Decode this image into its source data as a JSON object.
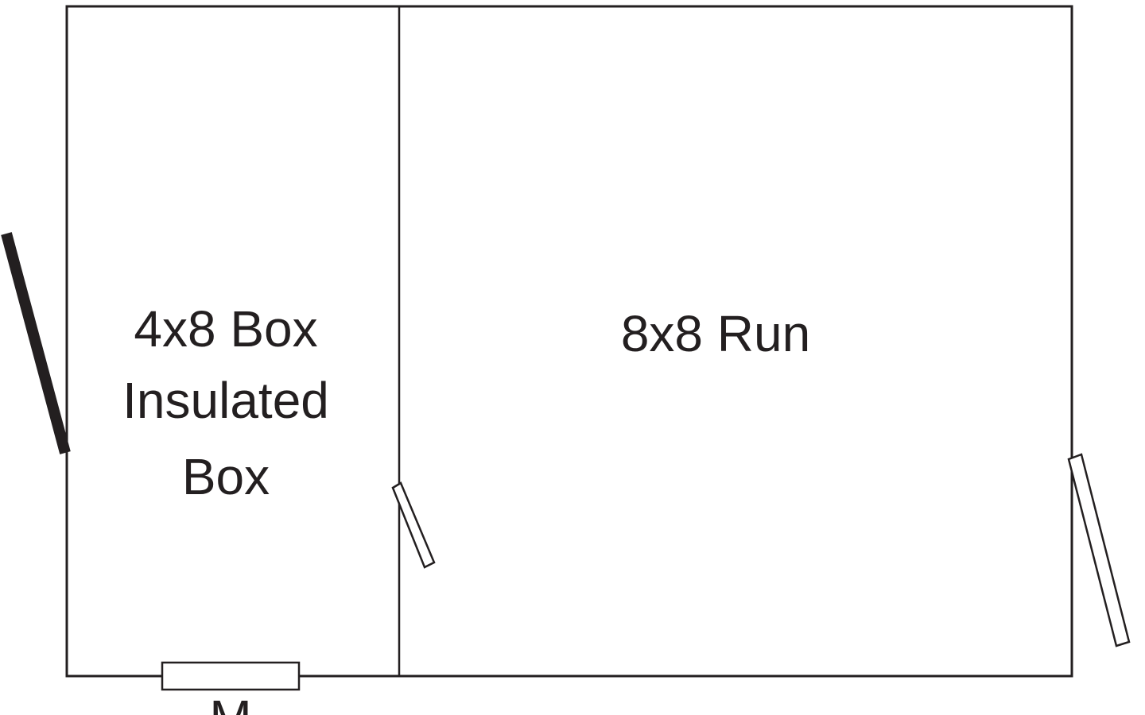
{
  "diagram": {
    "box": {
      "line1": "4x8 Box",
      "line2": "Insulated",
      "line3": "Box"
    },
    "run": {
      "label": "8x8 Run"
    },
    "bottom_mark": "M",
    "colors": {
      "stroke": "#231f20",
      "background": "#ffffff"
    }
  }
}
